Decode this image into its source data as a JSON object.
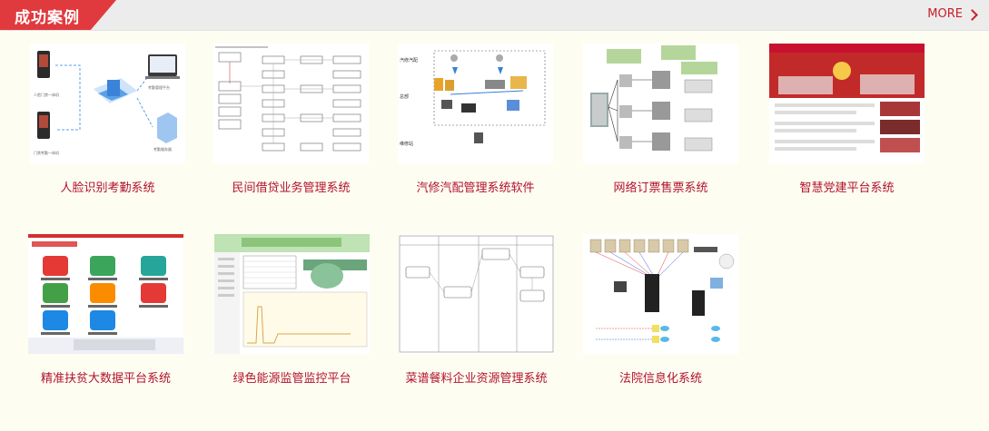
{
  "section": {
    "title": "成功案例",
    "more_label": "MORE"
  },
  "cases": [
    {
      "title": "人脸识别考勤系统"
    },
    {
      "title": "民间借贷业务管理系统"
    },
    {
      "title": "汽修汽配管理系统软件"
    },
    {
      "title": "网络订票售票系统"
    },
    {
      "title": "智慧党建平台系统"
    },
    {
      "title": "精准扶贫大数据平台系统"
    },
    {
      "title": "绿色能源监管监控平台"
    },
    {
      "title": "菜谱餐料企业资源管理系统"
    },
    {
      "title": "法院信息化系统"
    }
  ],
  "colors": {
    "accent": "#e03a3f",
    "caption": "#b3122c",
    "background": "#fdfdf2"
  }
}
